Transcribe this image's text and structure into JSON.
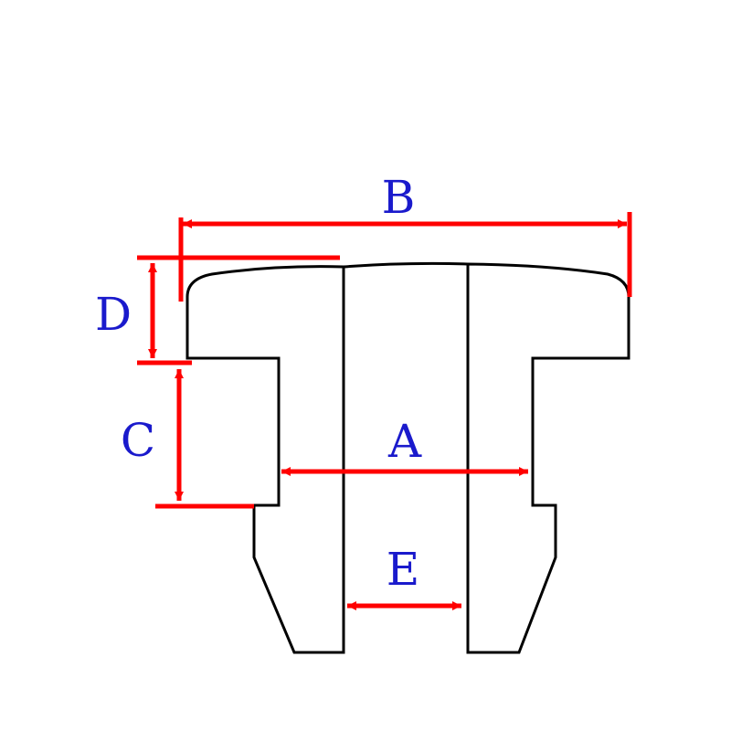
{
  "diagram": {
    "labels": {
      "a": "A",
      "b": "B",
      "c": "C",
      "d": "D",
      "e": "E"
    },
    "colors": {
      "outline": "#000000",
      "dimension": "#ff0000",
      "label": "#1a1acc",
      "background": "#ffffff"
    }
  }
}
